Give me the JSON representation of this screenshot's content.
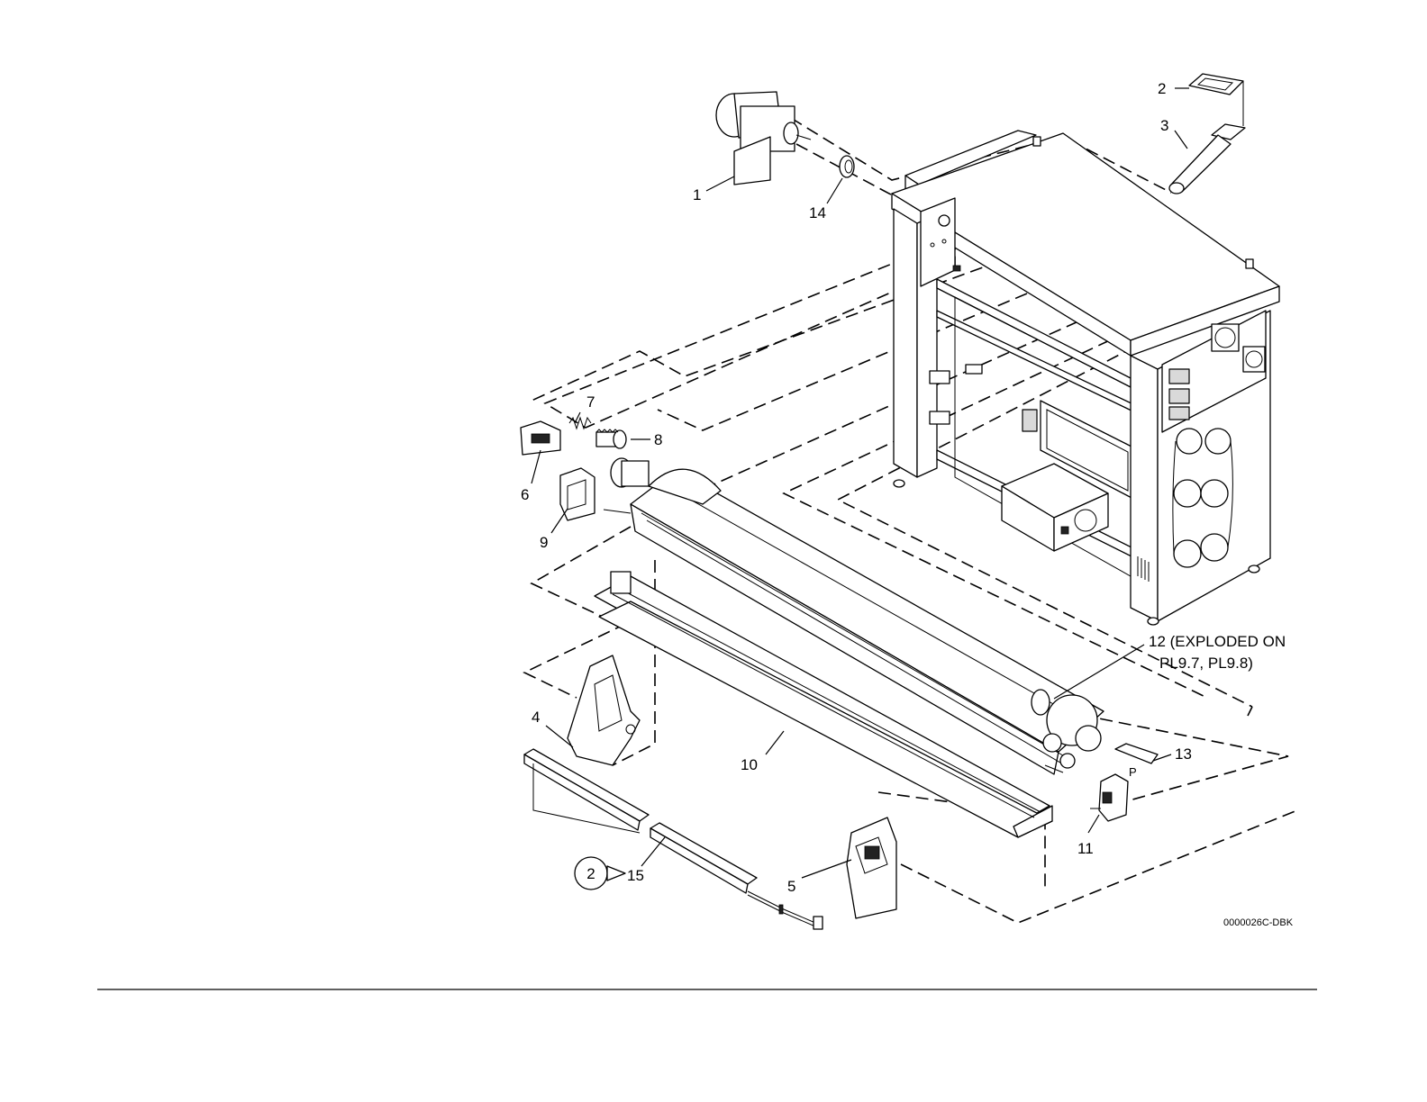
{
  "callouts": {
    "c1": "1",
    "c2": "2",
    "c3": "3",
    "c4": "4",
    "c5": "5",
    "c6": "6",
    "c7": "7",
    "c8": "8",
    "c9": "9",
    "c10": "10",
    "c11": "11",
    "c12_line1": "12 (EXPLODED ON",
    "c12_line2": "PL9.7, PL9.8)",
    "c13": "13",
    "c14": "14",
    "c15": "15",
    "p_label": "P",
    "ref_circle": "2"
  },
  "figure_id": "0000026C-DBK"
}
